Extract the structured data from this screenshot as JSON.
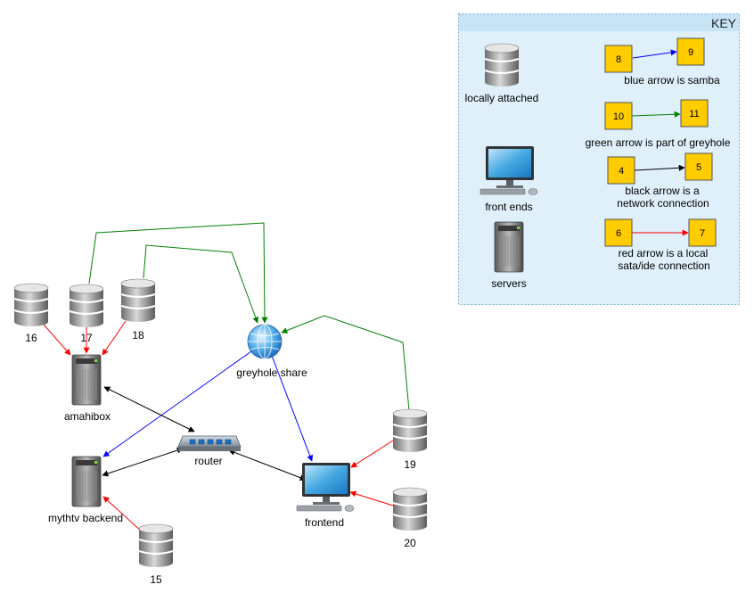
{
  "colors": {
    "samba": "#0000ff",
    "greyhole": "#008000",
    "network": "#000000",
    "local": "#ff0000",
    "key_bg": "#dff0fb",
    "key_border": "#6fb1d8",
    "key_header": "#c7e4f7",
    "number_box": "#ffcc00"
  },
  "nodes": {
    "disk16": {
      "label": "16",
      "icon": "disk-icon"
    },
    "disk17": {
      "label": "17",
      "icon": "disk-icon"
    },
    "disk18": {
      "label": "18",
      "icon": "disk-icon"
    },
    "disk15": {
      "label": "15",
      "icon": "disk-icon"
    },
    "disk19": {
      "label": "19",
      "icon": "disk-icon"
    },
    "disk20": {
      "label": "20",
      "icon": "disk-icon"
    },
    "amahibox": {
      "label": "amahibox",
      "icon": "server-icon"
    },
    "mythtv": {
      "label": "mythtv backend",
      "icon": "server-icon"
    },
    "router": {
      "label": "router",
      "icon": "router-icon"
    },
    "greyhole": {
      "label": "greyhole share",
      "icon": "globe-icon"
    },
    "frontend": {
      "label": "frontend",
      "icon": "monitor-icon"
    }
  },
  "edges": [
    {
      "from": "disk16",
      "to": "amahibox",
      "type": "local"
    },
    {
      "from": "disk17",
      "to": "amahibox",
      "type": "local"
    },
    {
      "from": "disk18",
      "to": "amahibox",
      "type": "local"
    },
    {
      "from": "disk15",
      "to": "mythtv",
      "type": "local"
    },
    {
      "from": "disk19",
      "to": "frontend",
      "type": "local"
    },
    {
      "from": "disk20",
      "to": "frontend",
      "type": "local"
    },
    {
      "from": "disk17",
      "to": "greyhole",
      "type": "greyhole"
    },
    {
      "from": "disk18",
      "to": "greyhole",
      "type": "greyhole"
    },
    {
      "from": "disk19",
      "to": "greyhole",
      "type": "greyhole"
    },
    {
      "from": "greyhole",
      "to": "mythtv",
      "type": "samba"
    },
    {
      "from": "greyhole",
      "to": "frontend",
      "type": "samba"
    },
    {
      "from": "amahibox",
      "to": "router",
      "type": "network"
    },
    {
      "from": "mythtv",
      "to": "router",
      "type": "network"
    },
    {
      "from": "router",
      "to": "frontend",
      "type": "network"
    }
  ],
  "key": {
    "title": "KEY",
    "items": {
      "locally_attached": "locally attached",
      "front_ends": "front ends",
      "servers": "servers"
    },
    "examples": [
      {
        "from": "8",
        "to": "9",
        "type": "samba",
        "text": [
          "blue arrow is samba"
        ]
      },
      {
        "from": "10",
        "to": "11",
        "type": "greyhole",
        "text": [
          "green arrow is part of greyhole"
        ]
      },
      {
        "from": "4",
        "to": "5",
        "type": "network",
        "text": [
          "black arrow is a",
          "network connection"
        ]
      },
      {
        "from": "6",
        "to": "7",
        "type": "local",
        "text": [
          "red arrow is a local",
          "sata/ide connection"
        ]
      }
    ]
  }
}
